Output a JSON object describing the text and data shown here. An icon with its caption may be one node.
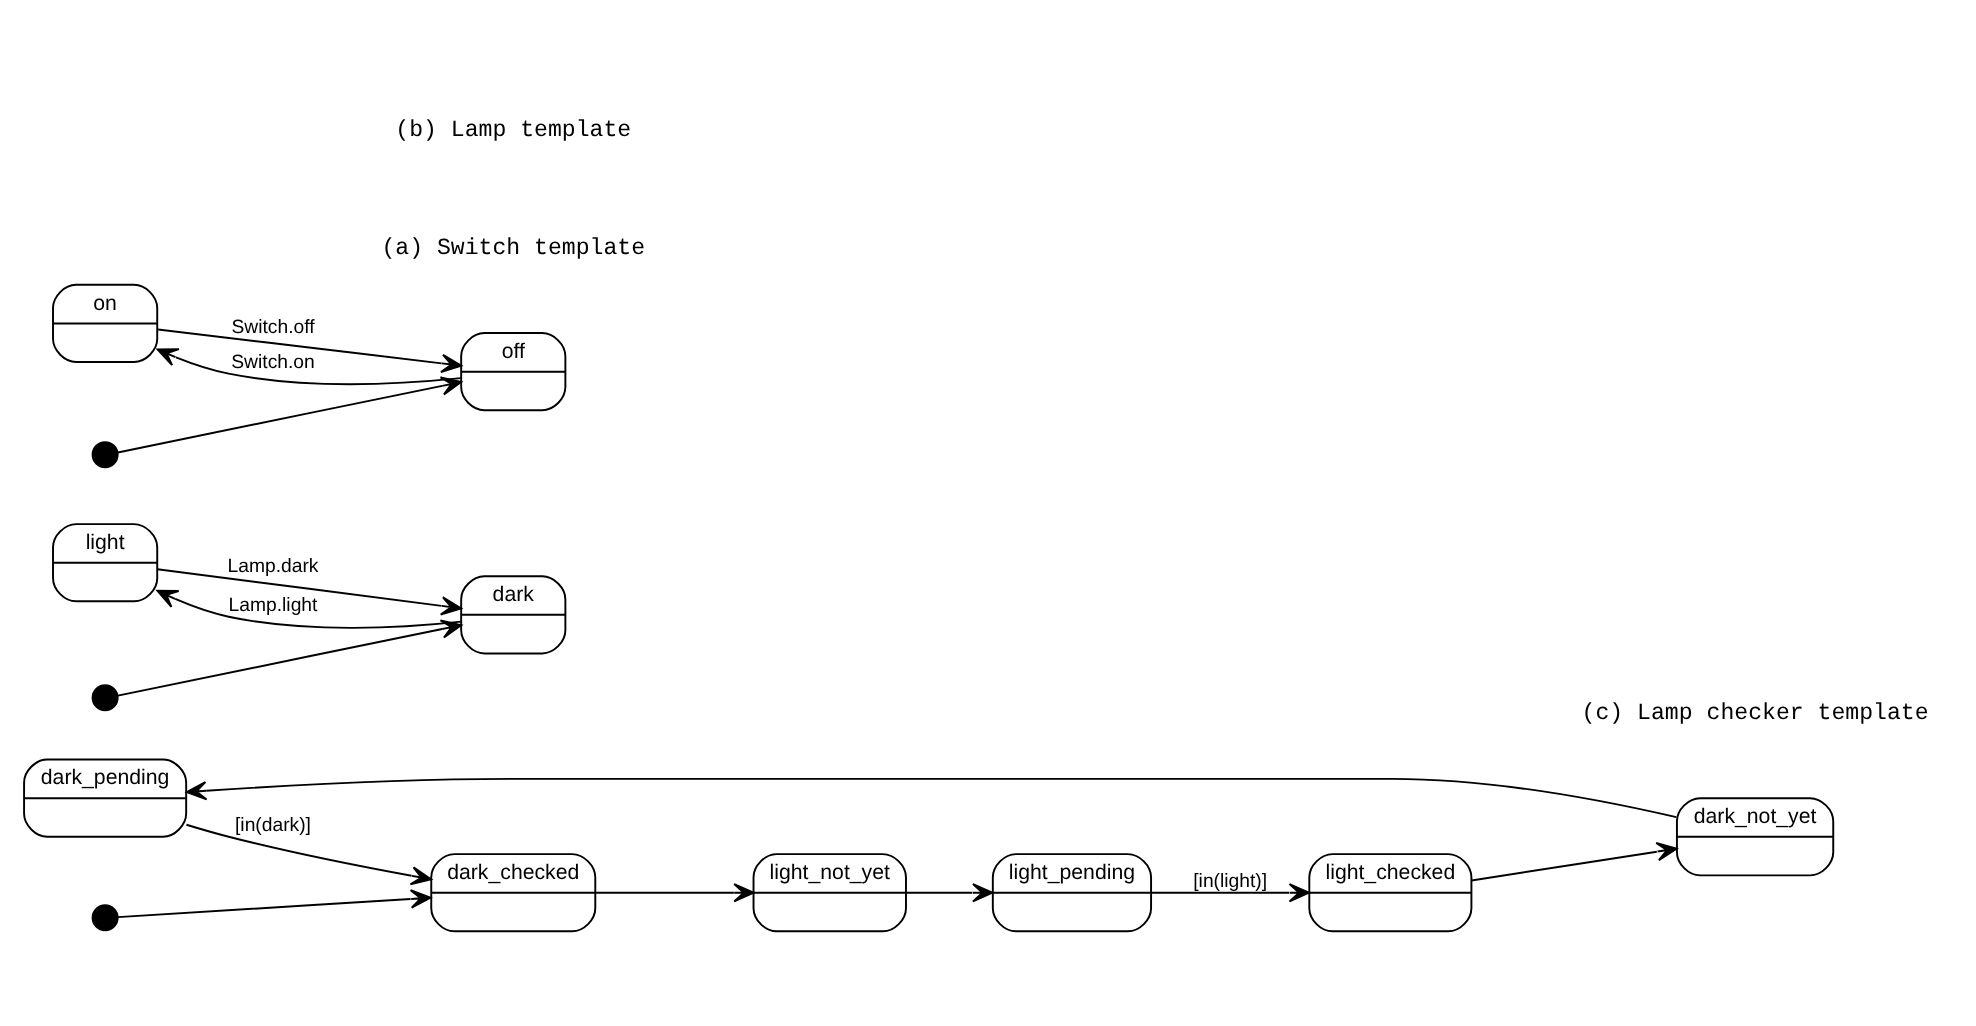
{
  "diagram": {
    "nodes": [
      {
        "text": [],
        "shape": "circle"
      },
      {
        "text": [
          "off"
        ]
      },
      {
        "text": [
          "on"
        ]
      },
      {
        "text": [],
        "shape": "circle"
      },
      {
        "text": [
          "dark"
        ]
      },
      {
        "text": [
          "light"
        ]
      },
      {
        "text": [],
        "shape": "circle"
      },
      {
        "text": [
          "dark_checked"
        ]
      },
      {
        "text": [
          "light_not_yet"
        ]
      },
      {
        "text": [
          "light_pending"
        ]
      },
      {
        "text": [
          "light_checked"
        ]
      },
      {
        "text": [
          "dark_not_yet"
        ]
      },
      {
        "text": [
          "dark_pending"
        ]
      }
    ],
    "edges": [
      {
        "from": 0,
        "to": 1,
        "arrow": "to"
      },
      {
        "from": 1,
        "to": 2,
        "label": "Switch.on",
        "arrow": "to"
      },
      {
        "from": 2,
        "to": 1,
        "label": "Switch.off",
        "arrow": "to"
      },
      {
        "from": 3,
        "to": 4,
        "arrow": "to"
      },
      {
        "from": 4,
        "to": 5,
        "label": "Lamp.light",
        "arrow": "to"
      },
      {
        "from": 5,
        "to": 4,
        "label": "Lamp.dark",
        "arrow": "to"
      },
      {
        "from": 6,
        "to": 7,
        "arrow": "to"
      },
      {
        "from": 7,
        "to": 8,
        "arrow": "to"
      },
      {
        "from": 8,
        "to": 9,
        "arrow": "to"
      },
      {
        "from": 9,
        "to": 10,
        "label": "[in(light)]",
        "arrow": "to"
      },
      {
        "from": 10,
        "to": 11,
        "arrow": "to"
      },
      {
        "from": 11,
        "to": 12,
        "arrow": "to"
      },
      {
        "from": 12,
        "to": 7,
        "label": "[in(dark)]",
        "arrow": "to"
      }
    ],
    "labels": [
      "(a) Switch template",
      "(b) Lamp template",
      "(c) Lamp checker template"
    ]
  }
}
